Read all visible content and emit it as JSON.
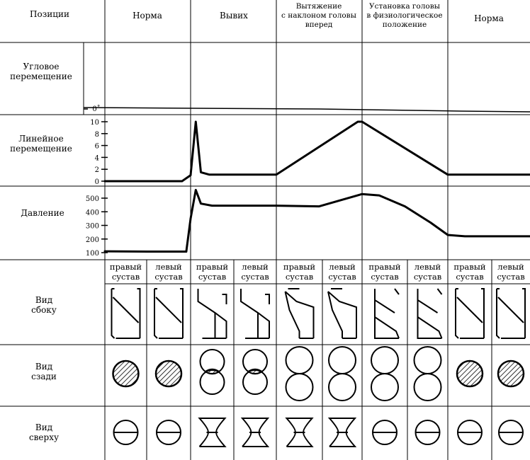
{
  "header": {
    "positions_label": "Позиции",
    "columns": [
      {
        "lines": [
          "Норма"
        ]
      },
      {
        "lines": [
          "Вывих"
        ]
      },
      {
        "lines": [
          "Вытяжение",
          "с наклоном головы",
          "вперед"
        ]
      },
      {
        "lines": [
          "Установка головы",
          "в физиологическое",
          "положение"
        ]
      },
      {
        "lines": [
          "Норма"
        ]
      }
    ]
  },
  "rows": {
    "angular": {
      "label": [
        "Угловое",
        "перемещение"
      ],
      "ticks": [
        "0˚"
      ]
    },
    "linear": {
      "label": [
        "Линейное",
        "перемещение"
      ],
      "ticks": [
        "10",
        "8",
        "6",
        "4",
        "2",
        "0"
      ]
    },
    "pressure": {
      "label": [
        "Давление"
      ],
      "ticks": [
        "500",
        "400",
        "300",
        "200",
        "100"
      ]
    },
    "side": {
      "label": [
        "Вид",
        "сбоку"
      ]
    },
    "back": {
      "label": [
        "Вид",
        "сзади"
      ]
    },
    "top": {
      "label": [
        "Вид",
        "сверху"
      ]
    }
  },
  "joints": [
    {
      "lines": [
        "правый",
        "сустав"
      ]
    },
    {
      "lines": [
        "левый",
        "сустав"
      ]
    },
    {
      "lines": [
        "правый",
        "сустав"
      ]
    },
    {
      "lines": [
        "левый",
        "сустав"
      ]
    },
    {
      "lines": [
        "правый",
        "сустав"
      ]
    },
    {
      "lines": [
        "левый",
        "сустав"
      ]
    },
    {
      "lines": [
        "правый",
        "сустав"
      ]
    },
    {
      "lines": [
        "левый",
        "сустав"
      ]
    },
    {
      "lines": [
        "правый",
        "сустав"
      ]
    },
    {
      "lines": [
        "левый",
        "сустав"
      ]
    }
  ],
  "views": {
    "back": [
      "hatched",
      "hatched",
      "overlap",
      "overlap",
      "double",
      "double",
      "double",
      "double",
      "hatched",
      "hatched"
    ],
    "top": [
      "split",
      "split",
      "hourglass",
      "hourglass",
      "hourglass",
      "hourglass",
      "split",
      "split",
      "split",
      "split"
    ]
  },
  "chart_data": [
    {
      "type": "line",
      "title": "Угловое перемещение",
      "x_stages": [
        "Норма",
        "Вывих",
        "Вытяжение с наклоном головы вперед",
        "Установка головы в физиологическое положение",
        "Норма"
      ],
      "ylim": [
        0,
        10
      ],
      "series": [
        {
          "x": [
            0,
            5
          ],
          "y": [
            0,
            0
          ]
        }
      ]
    },
    {
      "type": "line",
      "title": "Линейное перемещение",
      "x_stages": [
        "Норма",
        "Вывих",
        "Вытяжение с наклоном головы вперед",
        "Установка головы в физиологическое положение",
        "Норма"
      ],
      "ylim": [
        0,
        10
      ],
      "series": [
        {
          "x": [
            0,
            0.9,
            1.0,
            1.06,
            1.12,
            1.22,
            1.35,
            2.0,
            2.95,
            3.0,
            4.0,
            5.0
          ],
          "y": [
            0,
            0,
            1,
            10,
            1.5,
            1.1,
            1.1,
            1.1,
            10,
            10,
            1.1,
            1.1
          ]
        }
      ]
    },
    {
      "type": "line",
      "title": "Давление",
      "x_stages": [
        "Норма",
        "Вывих",
        "Вытяжение с наклоном головы вперед",
        "Установка головы в физиологическое положение",
        "Норма"
      ],
      "ylim": [
        100,
        500
      ],
      "series": [
        {
          "x": [
            0,
            0.5,
            0.95,
            1.0,
            1.06,
            1.12,
            1.25,
            2.0,
            2.5,
            3.0,
            3.2,
            3.5,
            3.8,
            4.0,
            4.2,
            5.0
          ],
          "y": [
            110,
            108,
            108,
            350,
            560,
            460,
            445,
            445,
            440,
            530,
            520,
            440,
            320,
            230,
            220,
            220
          ]
        }
      ]
    }
  ]
}
